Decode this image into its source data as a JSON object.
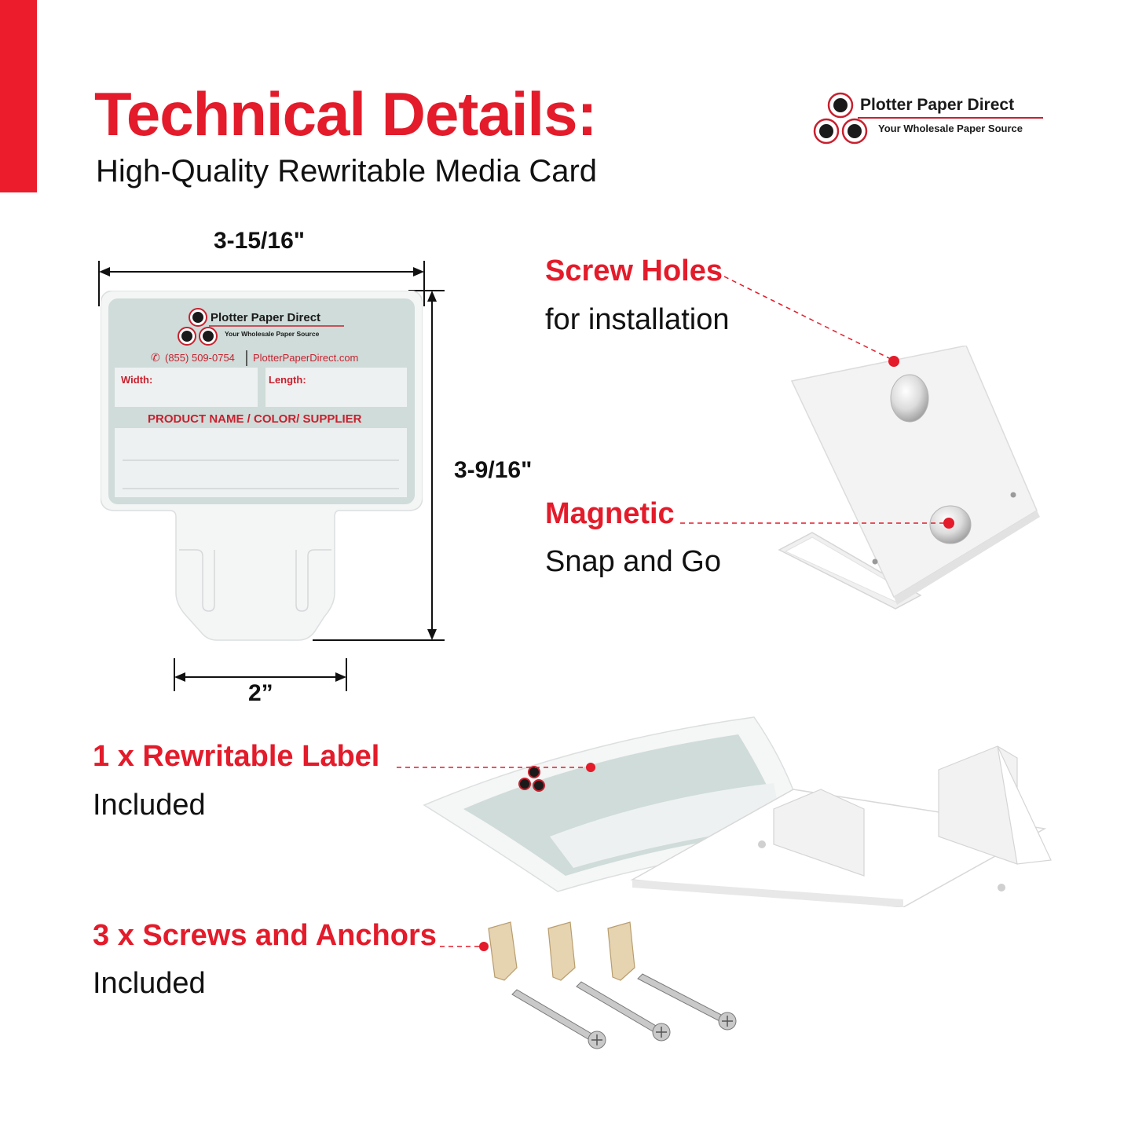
{
  "header": {
    "title": "Technical Details:",
    "subtitle": "High-Quality Rewritable Media Card",
    "accent_color": "#e31b2a"
  },
  "logo": {
    "name": "Plotter Paper Direct",
    "tagline": "Your Wholesale Paper Source"
  },
  "card": {
    "brand": "Plotter Paper Direct",
    "tagline": "Your Wholesale Paper Source",
    "phone": "(855) 509-0754",
    "website": "PlotterPaperDirect.com",
    "width_label": "Width:",
    "length_label": "Length:",
    "product_line": "PRODUCT NAME / COLOR/ SUPPLIER",
    "phone_icon": "phone-icon"
  },
  "dimensions": {
    "width": "3-15/16\"",
    "height": "3-9/16\"",
    "tab_width": "2”"
  },
  "callouts": {
    "screw_holes_title": "Screw Holes",
    "screw_holes_desc": "for installation",
    "magnetic_title": "Magnetic",
    "magnetic_desc": "Snap and Go",
    "label_title": "1 x Rewritable Label",
    "label_desc": "Included",
    "screws_title": "3 x Screws and Anchors",
    "screws_desc": "Included"
  }
}
